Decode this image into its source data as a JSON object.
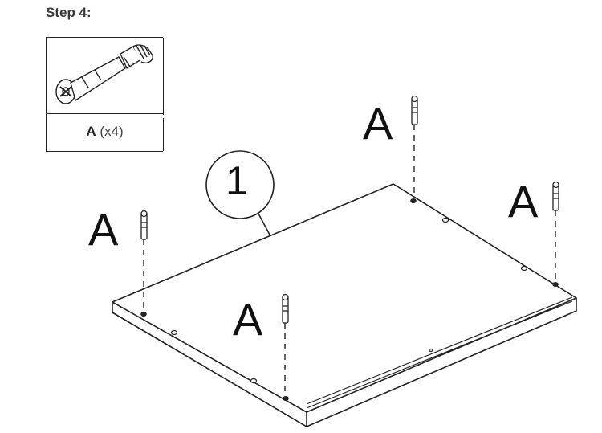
{
  "step": {
    "title": "Step 4:"
  },
  "part": {
    "letter": "A",
    "quantity": "(x4)",
    "icon": "cam-dowel-icon"
  },
  "diagram": {
    "panel_number": "1",
    "callouts": [
      "A",
      "A",
      "A",
      "A"
    ]
  }
}
